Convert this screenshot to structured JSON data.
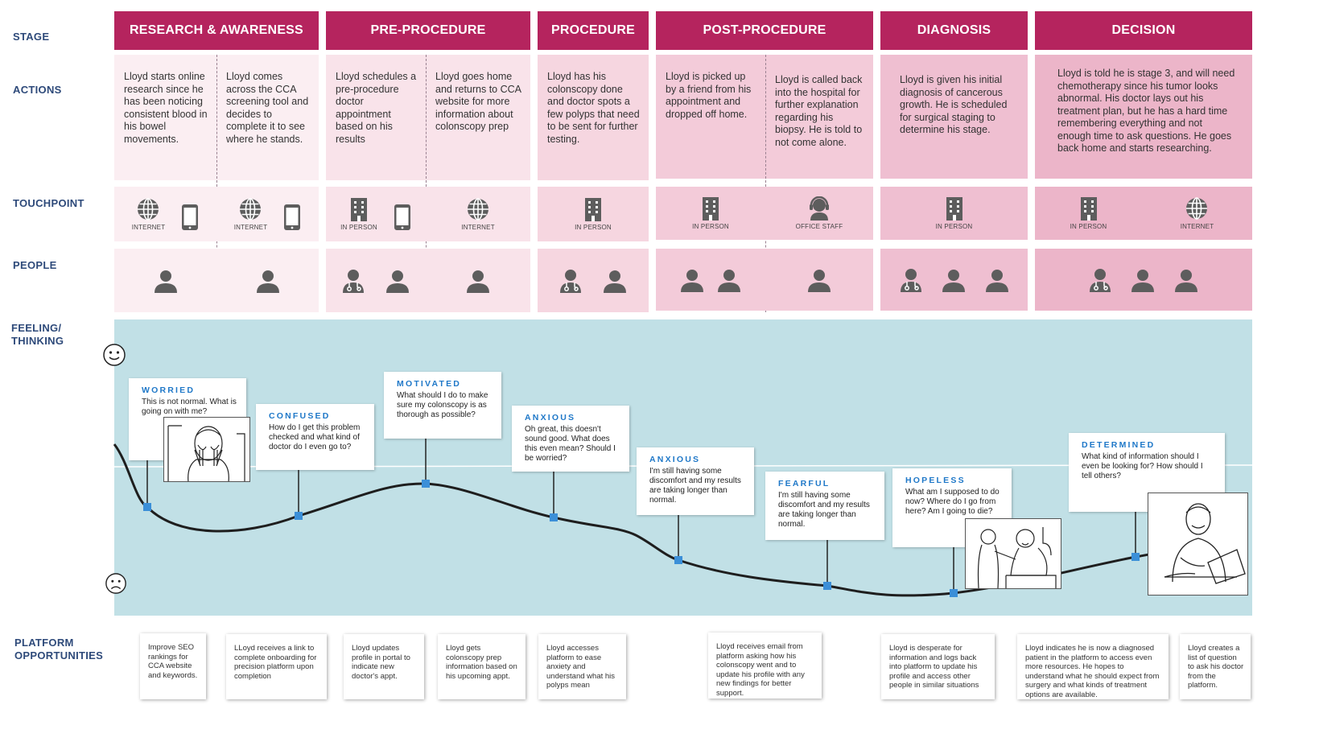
{
  "row_labels": {
    "stage": "STAGE",
    "actions": "ACTIONS",
    "touchpoint": "TOUCHPOINT",
    "people": "PEOPLE",
    "feeling": "FEELING/\nTHINKING",
    "opportunities": "PLATFORM\nOPPORTUNITIES"
  },
  "stages": [
    "RESEARCH & AWARENESS",
    "PRE-PROCEDURE",
    "PROCEDURE",
    "POST-PROCEDURE",
    "DIAGNOSIS",
    "DECISION"
  ],
  "actions": [
    "Lloyd starts online research since he has been noticing consistent blood in his bowel movements.",
    "Lloyd comes across the CCA screening tool and decides to complete it to see where he stands.",
    "Lloyd schedules a pre-procedure doctor appointment based on his results",
    "Lloyd goes home and returns to CCA website for more information about colonscopy prep",
    "Lloyd has his colonscopy done and doctor spots a few polyps that need to be sent for further testing.",
    "Lloyd is picked up by a friend from his appointment and dropped off home.",
    "Lloyd is called back into the hospital for further explanation regarding his biopsy. He is told to not come alone.",
    "Lloyd is given his initial diagnosis of cancerous growth. He is scheduled for surgical staging to determine his stage.",
    "Lloyd is told he is stage 3, and will need chemotherapy since his tumor looks abnormal. His doctor lays out his treatment plan, but he has a hard time remembering everything and not enough time to ask questions. He goes back home and starts researching."
  ],
  "touchpoint_captions": {
    "internet": "INTERNET",
    "in_person": "IN PERSON",
    "office_staff": "OFFICE STAFF"
  },
  "icons": {
    "internet": "globe-icon",
    "phone": "smartphone-icon",
    "in_person": "building-icon",
    "office_staff": "headset-person-icon",
    "person": "person-icon",
    "doctor": "doctor-icon",
    "happy": "smiley-face-icon",
    "sad": "sad-face-icon"
  },
  "emotions": [
    {
      "title": "WORRIED",
      "text": "This is not normal. What is going on with me?"
    },
    {
      "title": "CONFUSED",
      "text": "How do I get this problem checked and what kind of doctor do I even go to?"
    },
    {
      "title": "MOTIVATED",
      "text": "What should I do to make sure my colonscopy is as thorough as possible?"
    },
    {
      "title": "ANXIOUS",
      "text": "Oh great, this doesn't sound good. What does this even mean? Should I be worried?"
    },
    {
      "title": "ANXIOUS",
      "text": "I'm still having some discomfort and my results are taking longer than normal."
    },
    {
      "title": "FEARFUL",
      "text": "I'm still having some discomfort and my results are taking longer than normal."
    },
    {
      "title": "HOPELESS",
      "text": "What am I supposed to do now? Where do I go from here? Am I going to die?"
    },
    {
      "title": "DETERMINED",
      "text": "What kind of information should I even be looking for? How should I tell others?"
    }
  ],
  "opportunities": [
    "Improve SEO rankings for CCA website and keywords.",
    "LLoyd receives a link to complete onboarding for precision platform upon completion",
    "Lloyd updates profile in portal to indicate new doctor's appt.",
    "Lloyd gets colonscopy prep information based on his upcoming appt.",
    "Lloyd accesses platform to ease anxiety and understand what his polyps mean",
    "Lloyd receives email from platform asking how his colonscopy went and to update his profile with any new findings for better support.",
    "Lloyd is desperate for information and logs back into platform to update his profile and access other people in similar situations",
    "Lloyd indicates he is now a diagnosed patient in the platform to access even more resources. He hopes to understand what he should expect from surgery and what kinds of treatment options are available.",
    "Lloyd creates a list of question to ask his doctor from the platform."
  ],
  "colors": {
    "stage_header": "#b5245e",
    "research": "#fbeef2",
    "pre_procedure": "#f9e3ea",
    "procedure": "#f6d6e0",
    "post_procedure": "#f3cbd9",
    "diagnosis": "#efbfd1",
    "decision": "#ecb5c9",
    "feeling_bg": "#c1e0e6",
    "emotion_title": "#1f78c8",
    "curve_marker": "#3b8fd8",
    "label_text": "#2e4a7a"
  }
}
